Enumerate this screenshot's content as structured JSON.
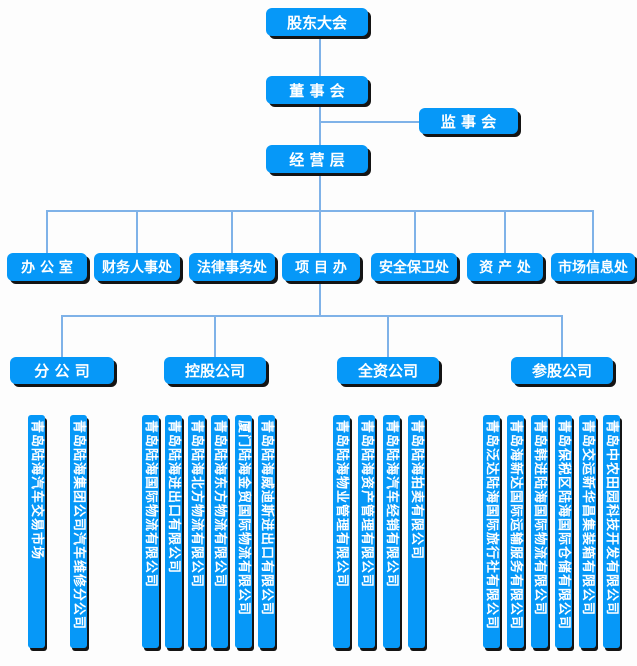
{
  "org": {
    "root": {
      "label": "股东大会"
    },
    "board": {
      "label": "董 事 会"
    },
    "supervisory": {
      "label": "监 事 会"
    },
    "management": {
      "label": "经 营 层"
    },
    "departments": [
      {
        "label": "办 公 室"
      },
      {
        "label": "财务人事处"
      },
      {
        "label": "法律事务处"
      },
      {
        "label": "项 目 办"
      },
      {
        "label": "安全保卫处"
      },
      {
        "label": "资 产 处"
      },
      {
        "label": "市场信息处"
      }
    ],
    "groups": [
      {
        "label": "分 公 司",
        "companies": [
          "青岛陆海汽车交易市场",
          "青岛陆海集团公司汽车维修分公司"
        ]
      },
      {
        "label": "控股公司",
        "companies": [
          "青岛陆海国际物流有限公司",
          "青岛陆海进出口有限公司",
          "青岛陆海北方物流有限公司",
          "青岛陆海东方物流有限公司",
          "厦门陆海金贸国际物流有限公司",
          "青岛陆海威迪斯进出口有限公司"
        ]
      },
      {
        "label": "全资公司",
        "companies": [
          "青岛陆海物业管理有限公司",
          "青岛陆海资产管理有限公司",
          "青岛陆海汽车经销有限公司",
          "青岛陆海拍卖有限公司"
        ]
      },
      {
        "label": "参股公司",
        "companies": [
          "青岛泛达陆海国际旅行社有限公司",
          "青岛海新达国际运输服务有限公司",
          "青岛韩进陆海国际物流有限公司",
          "青岛保税区陆海国际仓储有限公司",
          "青岛交运新华昌集装箱有限公司",
          "青岛中农田园科技开发有限公司"
        ]
      }
    ],
    "colors": {
      "node_fill": "#0698f8",
      "node_text": "#ffffff",
      "connector": "#7fb2e8",
      "shadow": "#141414",
      "background": "#fdfdfd"
    }
  }
}
